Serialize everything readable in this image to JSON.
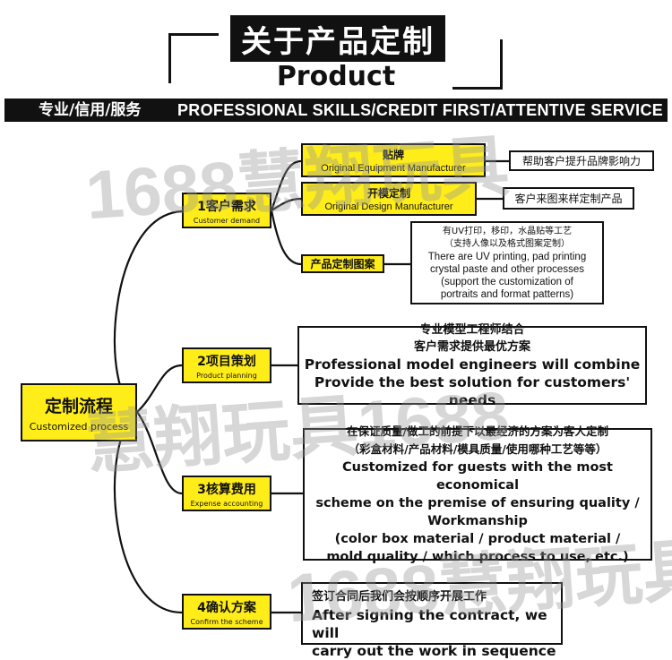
{
  "header": {
    "title_cn": "关于产品定制",
    "title_en": "Product Customization"
  },
  "banner": {
    "cn": "专业/信用/服务",
    "en": "PROFESSIONAL SKILLS/CREDIT FIRST/ATTENTIVE SERVICE"
  },
  "watermarks": [
    "1688慧翔玩具",
    "慧翔玩具1688",
    "1688慧翔玩具"
  ],
  "root": {
    "cn": "定制流程",
    "en": "Customized process"
  },
  "steps": [
    {
      "cn": "1客户需求",
      "en": "Customer demand"
    },
    {
      "cn": "2项目策划",
      "en": "Product planning"
    },
    {
      "cn": "3核算费用",
      "en": "Expense accounting"
    },
    {
      "cn": "4确认方案",
      "en": "Confirm the scheme"
    }
  ],
  "demand_options": [
    {
      "cn": "贴牌",
      "en": "Original Equipment Manufacturer",
      "note": "帮助客户提升品牌影响力"
    },
    {
      "cn": "开模定制",
      "en": "Original Design Manufacturer",
      "note": "客户来图来样定制产品"
    },
    {
      "cn": "产品定制图案",
      "note_cn_1": "有UV打印，移印，水晶贴等工艺",
      "note_cn_2": "（支持人像以及格式图案定制）",
      "note_en_1": "There are UV printing, pad printing",
      "note_en_2": "crystal paste and other processes",
      "note_en_3": "(support the customization of",
      "note_en_4": "portraits and format patterns)"
    }
  ],
  "planning": {
    "cn_1": "专业模型工程师结合",
    "cn_2": "客户需求提供最优方案",
    "en_1": "Professional model engineers will combine",
    "en_2": "Provide the best solution for customers' needs"
  },
  "accounting": {
    "cn_1": "在保证质量/做工的前提下以最经济的方案为客人定制",
    "cn_2": "（彩盒材料/产品材料/模具质量/使用哪种工艺等等）",
    "en_1": "Customized for guests with the most economical",
    "en_2": "scheme on the premise of ensuring quality /",
    "en_3": "Workmanship",
    "en_4": "(color box material / product material /",
    "en_5": "mold quality / which process to use, etc.)"
  },
  "confirm": {
    "cn_1": "签订合同后我们会按顺序开展工作",
    "en_1": "After signing the contract, we will",
    "en_2": "carry out the work in sequence"
  }
}
